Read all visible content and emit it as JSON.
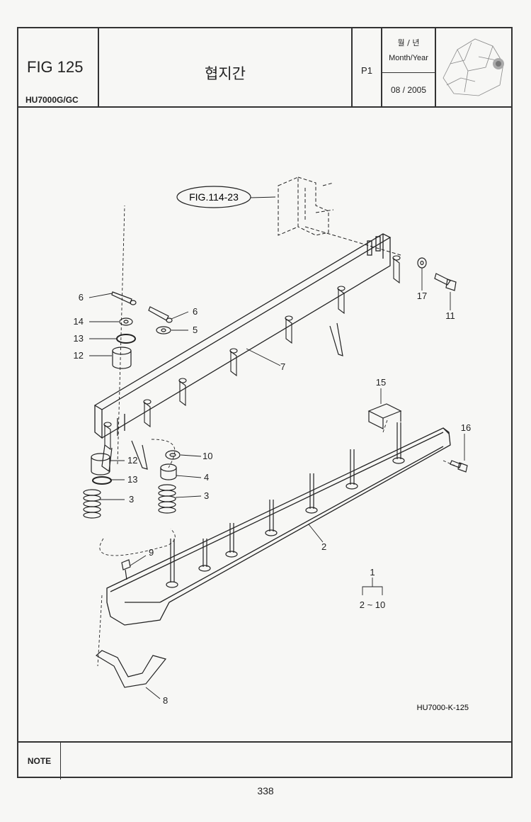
{
  "header": {
    "fig": "FIG 125",
    "model": "HU7000G/GC",
    "part_name": "협지간",
    "page_id": "P1",
    "month_year_ko": "월 / 년",
    "month_year_en": "Month/Year",
    "date": "08 / 2005",
    "thumbnail_icon": "machine-thumbnail-icon"
  },
  "diagram": {
    "reference_label": "FIG.114-23",
    "callouts": [
      "1",
      "2",
      "3",
      "3",
      "4",
      "5",
      "6",
      "6",
      "7",
      "8",
      "9",
      "10",
      "11",
      "12",
      "12",
      "13",
      "13",
      "14",
      "15",
      "16",
      "17"
    ],
    "assembly_range": "2 ~ 10",
    "drawing_code": "HU7000-K-125"
  },
  "note": {
    "label": "NOTE",
    "text": ""
  },
  "page_number": "338"
}
